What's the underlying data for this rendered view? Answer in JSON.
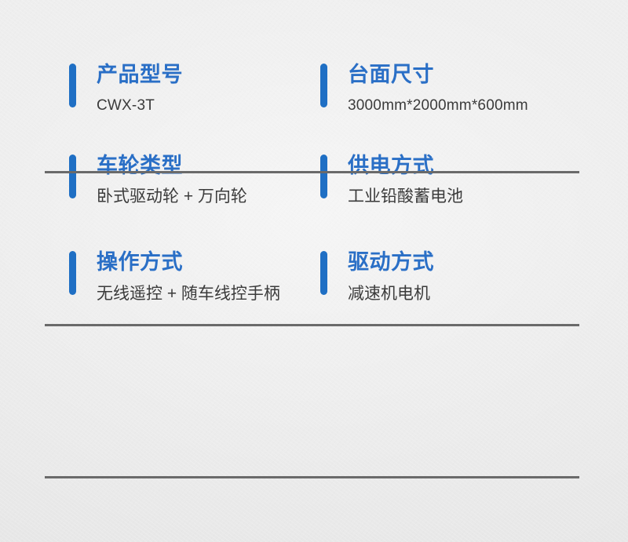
{
  "theme": {
    "background_color": "#eaeaea",
    "accent_color": "#1f6fc4",
    "label_color": "#2a6fc6",
    "value_color": "#3b3b3b",
    "divider_color": "#6a6a6a"
  },
  "spec_rows": [
    {
      "left": {
        "label": "产品型号",
        "value": "CWX-3T"
      },
      "right": {
        "label": "台面尺寸",
        "value": "3000mm*2000mm*600mm"
      }
    },
    {
      "left": {
        "label": "车轮类型",
        "value": "卧式驱动轮 + 万向轮"
      },
      "right": {
        "label": "供电方式",
        "value": "工业铅酸蓄电池"
      }
    },
    {
      "left": {
        "label": "操作方式",
        "value": "无线遥控 + 随车线控手柄"
      },
      "right": {
        "label": "驱动方式",
        "value": "减速机电机"
      }
    }
  ]
}
